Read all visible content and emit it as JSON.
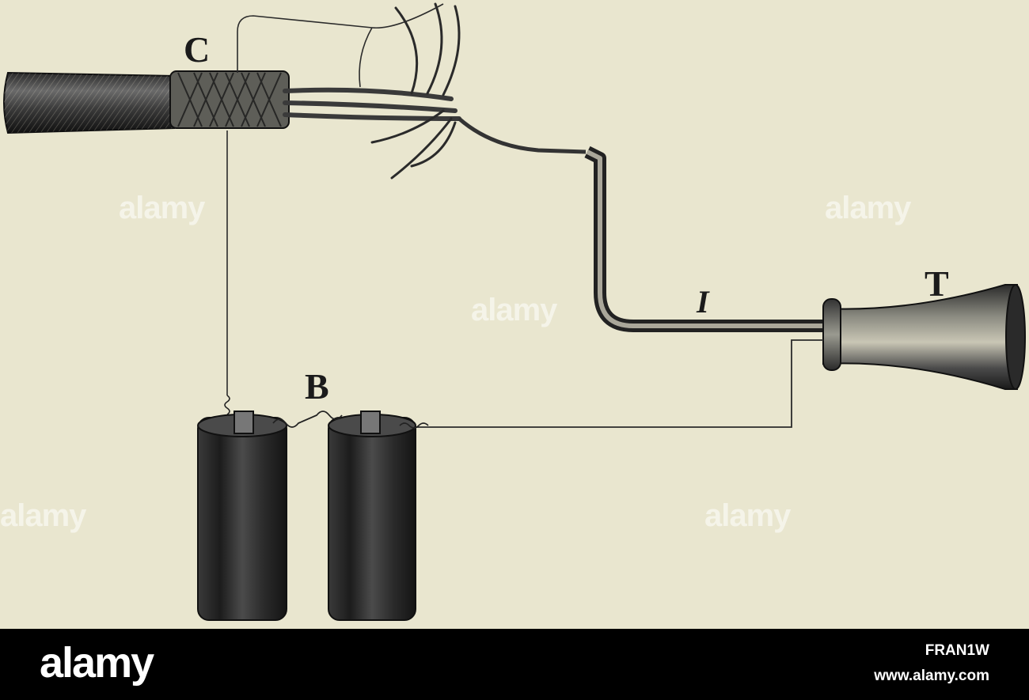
{
  "labels": {
    "c": "C",
    "b": "B",
    "i": "I",
    "t": "T"
  },
  "watermark": {
    "text": "alamy"
  },
  "footer": {
    "logo": "alamy",
    "image_id": "FRAN1W",
    "url": "www.alamy.com"
  },
  "colors": {
    "paper": "#e9e6cf",
    "ink": "#1b1b1b",
    "footer_bg": "#000000",
    "footer_text": "#ffffff"
  }
}
